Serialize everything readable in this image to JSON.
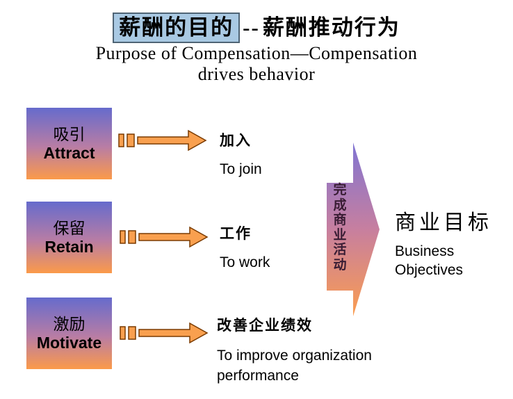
{
  "title": {
    "highlighted": "薪酬的目的",
    "separator": "--",
    "rest": "薪酬推动行为",
    "subtitle_line1": "Purpose of Compensation—Compensation",
    "subtitle_line2": "drives behavior"
  },
  "rows": [
    {
      "box_cn": "吸引",
      "box_en": "Attract",
      "label_cn": "加入",
      "label_en": "To join"
    },
    {
      "box_cn": "保留",
      "box_en": "Retain",
      "label_cn": "工作",
      "label_en": "To work"
    },
    {
      "box_cn": "激励",
      "box_en": "Motivate",
      "label_cn": "改善企业绩效",
      "label_en": "To improve organization performance"
    }
  ],
  "flow_arrow": {
    "text": "完成商业活动",
    "chars": [
      "完",
      "成",
      "商",
      "业",
      "活",
      "动"
    ]
  },
  "result": {
    "cn": "商业目标",
    "en_line1": "Business",
    "en_line2": "Objectives"
  },
  "colors": {
    "highlight_fill": "#A9C9E3",
    "highlight_border": "#4F6475",
    "box_gradient_top": "#666BCC",
    "box_gradient_mid": "#B97DA4",
    "box_gradient_bottom": "#FB9A49",
    "striped_arrow_fill": "#F9A04F",
    "striped_arrow_stroke": "#7A3A00",
    "flow_arrow_top": "#8074D3",
    "flow_arrow_mid": "#C77F9F",
    "flow_arrow_bottom": "#FB9D50",
    "flow_arrow_text": "#381C33"
  }
}
